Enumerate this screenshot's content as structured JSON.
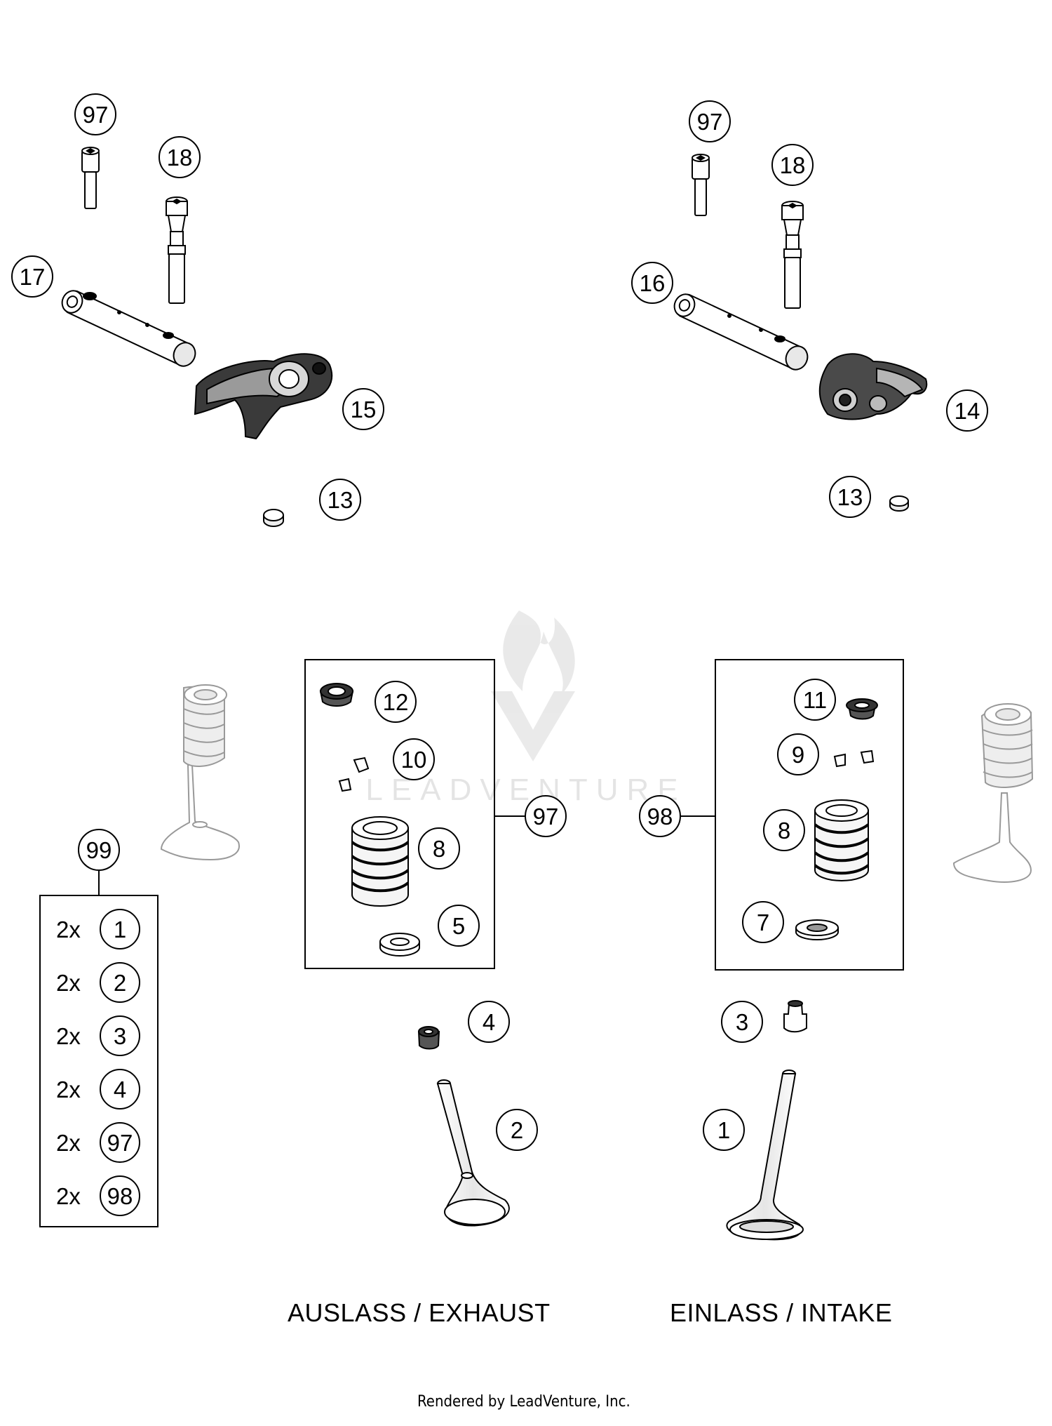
{
  "callouts": [
    "1",
    "2",
    "3",
    "4",
    "5",
    "7",
    "8",
    "9",
    "10",
    "11",
    "12",
    "13",
    "14",
    "15",
    "16",
    "17",
    "18",
    "97",
    "98",
    "99"
  ],
  "kit_99": {
    "label": "99",
    "rows": [
      {
        "qty": "2x",
        "part": "1"
      },
      {
        "qty": "2x",
        "part": "2"
      },
      {
        "qty": "2x",
        "part": "3"
      },
      {
        "qty": "2x",
        "part": "4"
      },
      {
        "qty": "2x",
        "part": "97"
      },
      {
        "qty": "2x",
        "part": "98"
      }
    ]
  },
  "captions": {
    "exhaust": "AUSLASS / EXHAUST",
    "intake": "EINLASS / INTAKE"
  },
  "watermark": "LEADVENTURE",
  "footer": "Rendered by LeadVenture, Inc."
}
